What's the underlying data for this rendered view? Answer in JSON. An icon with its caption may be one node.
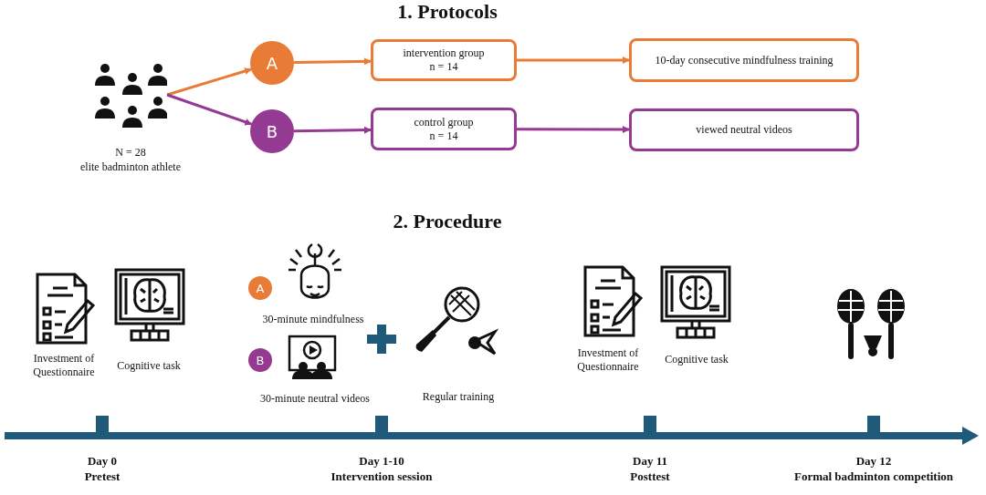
{
  "diagram": {
    "nodes": [
      {
        "text": [],
        "shape": "person",
        "beside": [
          "N = 28",
          "elite badminton athlete"
        ]
      },
      {
        "text": [
          "A"
        ]
      },
      {
        "text": [
          "B"
        ]
      },
      {
        "text": [
          "intervention group",
          "n = 14"
        ]
      },
      {
        "text": [
          "control group",
          "n = 14"
        ]
      },
      {
        "text": [
          "10-day consecutive mindfulness training"
        ]
      },
      {
        "text": [
          "viewed neutral videos"
        ]
      },
      {
        "text": [
          "A"
        ]
      },
      {
        "text": [
          "B"
        ]
      }
    ],
    "edges": [
      {
        "from": 0,
        "to": 1,
        "arrow": "to",
        "color": "#e87b35"
      },
      {
        "from": 0,
        "to": 2,
        "arrow": "to",
        "color": "#953a93"
      },
      {
        "from": 1,
        "to": 3,
        "arrow": "to",
        "color": "#e87b35"
      },
      {
        "from": 2,
        "to": 4,
        "arrow": "to",
        "color": "#953a93"
      },
      {
        "from": 3,
        "to": 5,
        "arrow": "to",
        "color": "#e87b35"
      },
      {
        "from": 4,
        "to": 6,
        "arrow": "to",
        "color": "#953a93"
      }
    ],
    "labels": [
      "1. Protocols",
      "2. Procedure",
      "Investment of Questionnaire",
      "Cognitive task",
      "30-minute mindfulness",
      "30-minute neutral videos",
      "Regular training",
      "Investment of Questionnaire",
      "Cognitive task",
      "Day 0",
      "Pretest",
      "Day 1-10",
      "Intervention session",
      "Day 11",
      "Posttest",
      "Day 12",
      "Formal badminton competition"
    ]
  }
}
